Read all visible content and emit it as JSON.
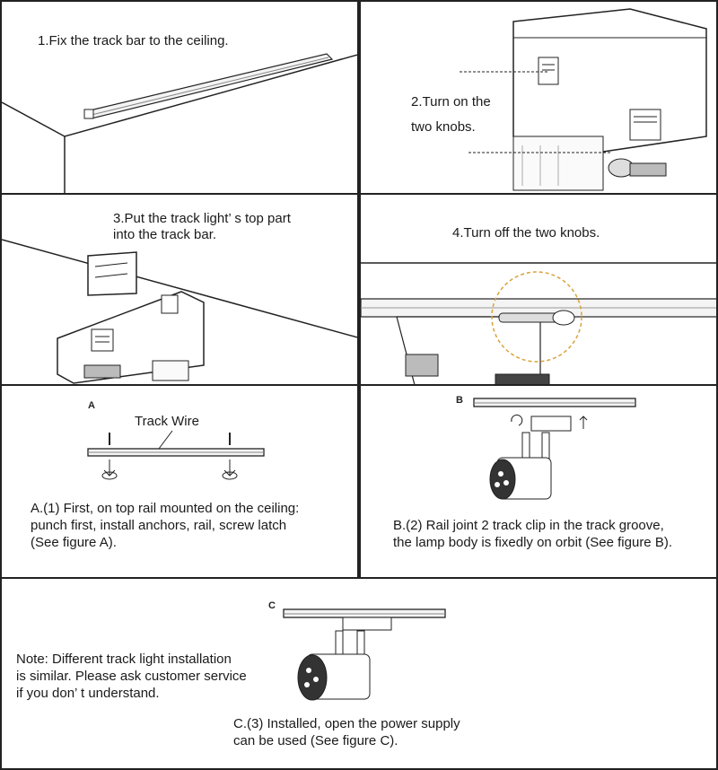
{
  "steps": {
    "step1": "1.Fix the track bar to the ceiling.",
    "step2_line1": "2.Turn on the",
    "step2_line2": "two knobs.",
    "step3_line1": "3.Put the track light’ s top part",
    "step3_line2": "into the track bar.",
    "step4": "4.Turn off the two knobs."
  },
  "figures": {
    "a": {
      "label": "A",
      "wire_label": "Track Wire",
      "caption": "A.(1) First, on top rail mounted on the ceiling:\npunch first, install anchors, rail, screw latch\n(See figure A)."
    },
    "b": {
      "label": "B",
      "caption": "B.(2) Rail joint 2 track clip in the track groove,\nthe lamp body is fixedly on orbit (See figure B)."
    },
    "c": {
      "label": "C",
      "note": "Note: Different track light installation\nis similar. Please ask customer service\n if you don’ t understand.",
      "caption": "C.(3) Installed, open the power supply\ncan be used (See figure C)."
    }
  },
  "colors": {
    "line": "#222222",
    "highlight_circle": "#d9a23a"
  }
}
